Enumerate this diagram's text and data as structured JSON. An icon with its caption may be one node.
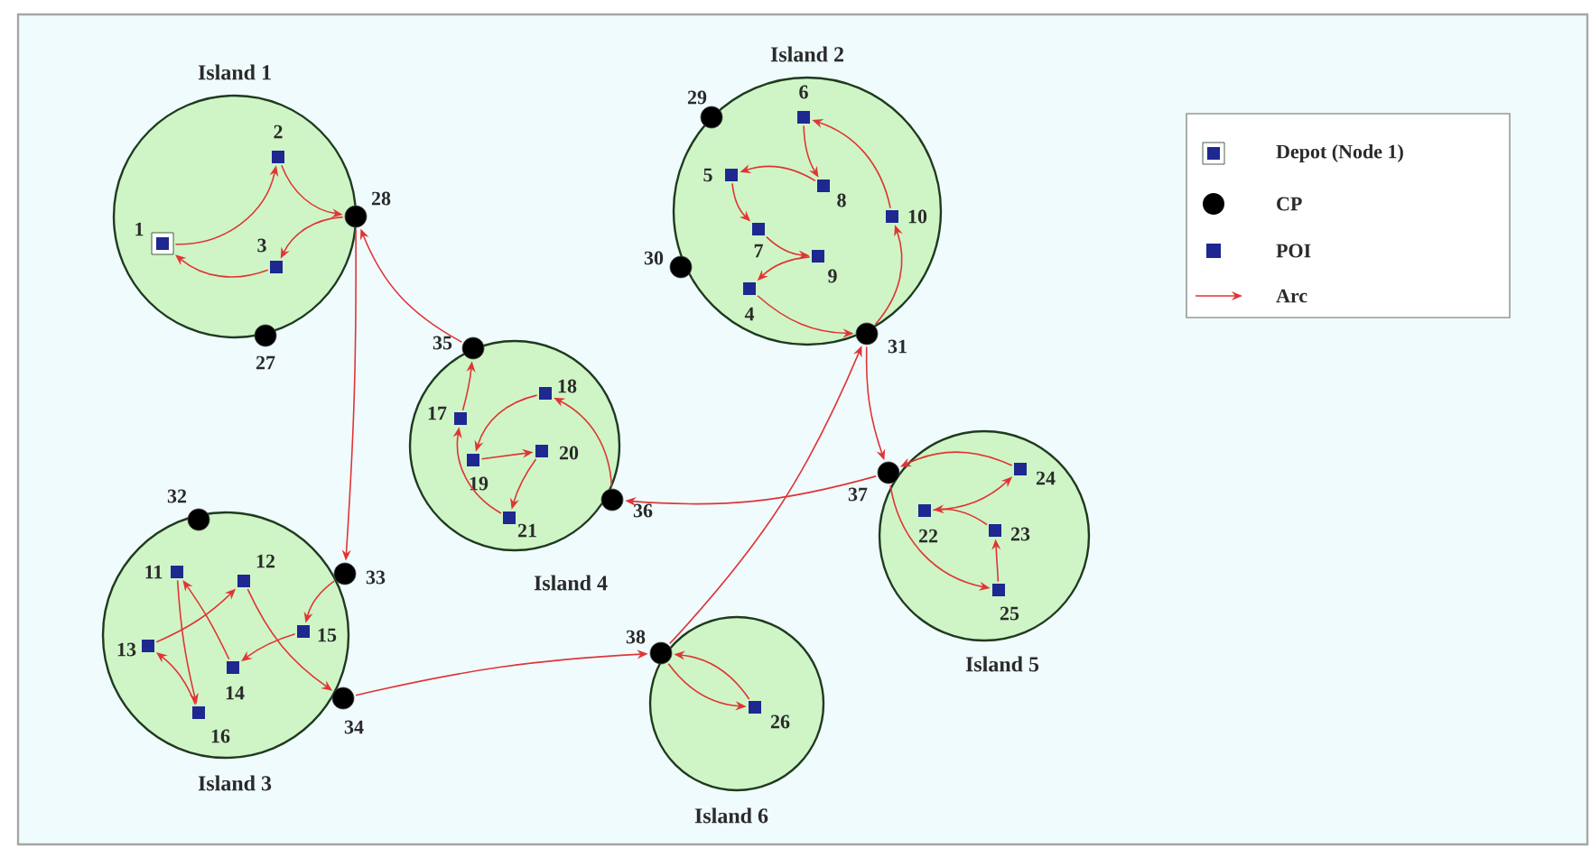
{
  "diagram": {
    "nodes": [
      {
        "text": [
          "Island 1"
        ]
      },
      {
        "text": [
          "Island 2"
        ]
      },
      {
        "text": [
          "Island 3"
        ]
      },
      {
        "text": [
          "Island 4"
        ]
      },
      {
        "text": [
          "Island 5"
        ]
      },
      {
        "text": [
          "Island 6"
        ]
      },
      {
        "text": [],
        "shape": "box",
        "beside": [
          "1"
        ],
        "in": 0
      },
      {
        "text": [],
        "shape": "square",
        "beside": [
          "2"
        ],
        "in": 0
      },
      {
        "text": [],
        "shape": "square",
        "beside": [
          "3"
        ],
        "in": 0
      },
      {
        "text": [],
        "shape": "square",
        "beside": [
          "4"
        ],
        "in": 1
      },
      {
        "text": [],
        "shape": "square",
        "beside": [
          "5"
        ],
        "in": 1
      },
      {
        "text": [],
        "shape": "square",
        "beside": [
          "6"
        ],
        "in": 1
      },
      {
        "text": [],
        "shape": "square",
        "beside": [
          "7"
        ],
        "in": 1
      },
      {
        "text": [],
        "shape": "square",
        "beside": [
          "8"
        ],
        "in": 1
      },
      {
        "text": [],
        "shape": "square",
        "beside": [
          "9"
        ],
        "in": 1
      },
      {
        "text": [],
        "shape": "square",
        "beside": [
          "10"
        ],
        "in": 1
      },
      {
        "text": [],
        "shape": "square",
        "beside": [
          "11"
        ],
        "in": 2
      },
      {
        "text": [],
        "shape": "square",
        "beside": [
          "12"
        ],
        "in": 2
      },
      {
        "text": [],
        "shape": "square",
        "beside": [
          "13"
        ],
        "in": 2
      },
      {
        "text": [],
        "shape": "square",
        "beside": [
          "14"
        ],
        "in": 2
      },
      {
        "text": [],
        "shape": "square",
        "beside": [
          "15"
        ],
        "in": 2
      },
      {
        "text": [],
        "shape": "square",
        "beside": [
          "16"
        ],
        "in": 2
      },
      {
        "text": [],
        "shape": "square",
        "beside": [
          "17"
        ],
        "in": 3
      },
      {
        "text": [],
        "shape": "square",
        "beside": [
          "18"
        ],
        "in": 3
      },
      {
        "text": [],
        "shape": "square",
        "beside": [
          "19"
        ],
        "in": 3
      },
      {
        "text": [],
        "shape": "square",
        "beside": [
          "20"
        ],
        "in": 3
      },
      {
        "text": [],
        "shape": "square",
        "beside": [
          "21"
        ],
        "in": 3
      },
      {
        "text": [],
        "shape": "square",
        "beside": [
          "22"
        ],
        "in": 4
      },
      {
        "text": [],
        "shape": "square",
        "beside": [
          "23"
        ],
        "in": 4
      },
      {
        "text": [],
        "shape": "square",
        "beside": [
          "24"
        ],
        "in": 4
      },
      {
        "text": [],
        "shape": "square",
        "beside": [
          "25"
        ],
        "in": 4
      },
      {
        "text": [],
        "shape": "square",
        "beside": [
          "26"
        ],
        "in": 5
      },
      {
        "text": [],
        "shape": "circle",
        "beside": [
          "27"
        ]
      },
      {
        "text": [],
        "shape": "circle",
        "beside": [
          "28"
        ]
      },
      {
        "text": [],
        "shape": "circle",
        "beside": [
          "29"
        ]
      },
      {
        "text": [],
        "shape": "circle",
        "beside": [
          "30"
        ]
      },
      {
        "text": [],
        "shape": "circle",
        "beside": [
          "31"
        ]
      },
      {
        "text": [],
        "shape": "circle",
        "beside": [
          "32"
        ]
      },
      {
        "text": [],
        "shape": "circle",
        "beside": [
          "33"
        ]
      },
      {
        "text": [],
        "shape": "circle",
        "beside": [
          "34"
        ]
      },
      {
        "text": [],
        "shape": "circle",
        "beside": [
          "35"
        ]
      },
      {
        "text": [],
        "shape": "circle",
        "beside": [
          "36"
        ]
      },
      {
        "text": [],
        "shape": "circle",
        "beside": [
          "37"
        ]
      },
      {
        "text": [],
        "shape": "circle",
        "beside": [
          "38"
        ]
      }
    ],
    "edges": [
      {
        "from": 6,
        "to": 7,
        "arrow": "to"
      },
      {
        "from": 7,
        "to": 33,
        "arrow": "to"
      },
      {
        "from": 33,
        "to": 8,
        "arrow": "to"
      },
      {
        "from": 8,
        "to": 6,
        "arrow": "to"
      },
      {
        "from": 33,
        "to": 38,
        "arrow": "to"
      },
      {
        "from": 38,
        "to": 20,
        "arrow": "to"
      },
      {
        "from": 20,
        "to": 19,
        "arrow": "to"
      },
      {
        "from": 19,
        "to": 16,
        "arrow": "to"
      },
      {
        "from": 16,
        "to": 21,
        "arrow": "to"
      },
      {
        "from": 21,
        "to": 18,
        "arrow": "to"
      },
      {
        "from": 18,
        "to": 17,
        "arrow": "to"
      },
      {
        "from": 17,
        "to": 39,
        "arrow": "to"
      },
      {
        "from": 39,
        "to": 43,
        "arrow": "to"
      },
      {
        "from": 43,
        "to": 36,
        "arrow": "to"
      },
      {
        "from": 36,
        "to": 15,
        "arrow": "to"
      },
      {
        "from": 15,
        "to": 11,
        "arrow": "to"
      },
      {
        "from": 11,
        "to": 13,
        "arrow": "to"
      },
      {
        "from": 13,
        "to": 10,
        "arrow": "to"
      },
      {
        "from": 10,
        "to": 12,
        "arrow": "to"
      },
      {
        "from": 12,
        "to": 14,
        "arrow": "to"
      },
      {
        "from": 14,
        "to": 9,
        "arrow": "to"
      },
      {
        "from": 9,
        "to": 36,
        "arrow": "to"
      },
      {
        "from": 36,
        "to": 42,
        "arrow": "to"
      },
      {
        "from": 42,
        "to": 30,
        "arrow": "to"
      },
      {
        "from": 30,
        "to": 28,
        "arrow": "to"
      },
      {
        "from": 28,
        "to": 27,
        "arrow": "to"
      },
      {
        "from": 27,
        "to": 29,
        "arrow": "to"
      },
      {
        "from": 29,
        "to": 42,
        "arrow": "to"
      },
      {
        "from": 42,
        "to": 41,
        "arrow": "to"
      },
      {
        "from": 41,
        "to": 23,
        "arrow": "to"
      },
      {
        "from": 23,
        "to": 24,
        "arrow": "to"
      },
      {
        "from": 24,
        "to": 25,
        "arrow": "to"
      },
      {
        "from": 25,
        "to": 26,
        "arrow": "to"
      },
      {
        "from": 26,
        "to": 22,
        "arrow": "to"
      },
      {
        "from": 22,
        "to": 40,
        "arrow": "to"
      },
      {
        "from": 40,
        "to": 33,
        "arrow": "to"
      },
      {
        "from": 43,
        "to": 31,
        "arrow": "to"
      },
      {
        "from": 31,
        "to": 43,
        "arrow": "to"
      }
    ],
    "legend": [
      {
        "text": "Depot (Node 1)"
      },
      {
        "text": "CP"
      },
      {
        "text": "POI"
      },
      {
        "text": "Arc"
      }
    ]
  }
}
